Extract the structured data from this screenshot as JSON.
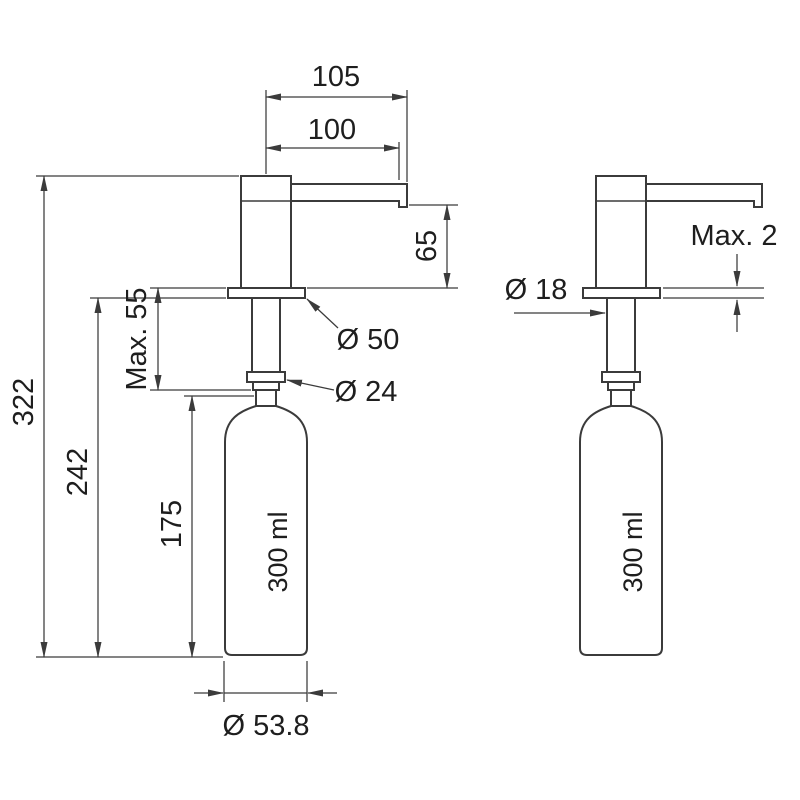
{
  "drawing": {
    "left_view": {
      "dim_top_outer": "105",
      "dim_top_inner": "100",
      "dim_spout_height": "65",
      "dim_total_height": "322",
      "dim_below_counter": "242",
      "dim_max_counter": "Max. 55",
      "dim_bottle_height": "175",
      "dia_flange": "Ø 50",
      "dia_collar": "Ø 24",
      "volume": "300 ml",
      "dia_bottle": "Ø 53.8"
    },
    "right_view": {
      "dia_shaft": "Ø 18",
      "dim_flange_thickness": "Max. 2",
      "volume": "300 ml"
    }
  },
  "colors": {
    "line": "#3b3b3b",
    "text": "#1e1e1e",
    "bg": "#ffffff"
  }
}
